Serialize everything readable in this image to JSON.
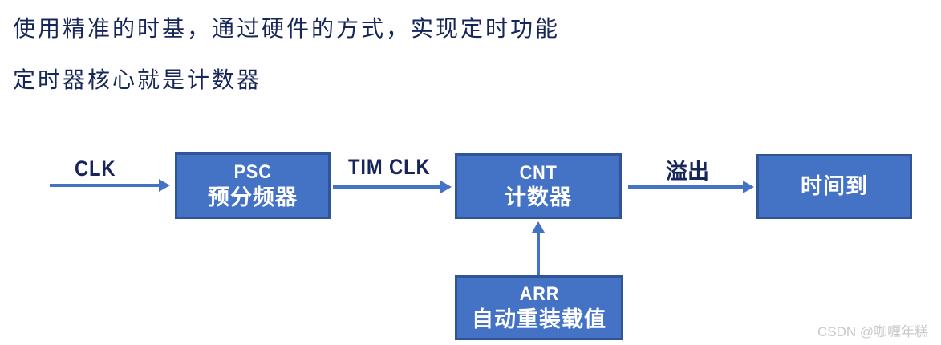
{
  "slide": {
    "heading_line1": "使用精准的时基，通过硬件的方式，实现定时功能",
    "heading_line2": "定时器核心就是计数器"
  },
  "diagram": {
    "nodes": {
      "psc": {
        "abbr": "PSC",
        "name": "预分频器"
      },
      "cnt": {
        "abbr": "CNT",
        "name": "计数器"
      },
      "time_up": {
        "label": "时间到"
      },
      "arr": {
        "abbr": "ARR",
        "name": "自动重装载值"
      }
    },
    "edges": {
      "clk": {
        "label": "CLK"
      },
      "tim_clk": {
        "label": "TIM CLK"
      },
      "overflow": {
        "label": "溢出"
      }
    },
    "colors": {
      "box_fill": "#4472C4",
      "box_border": "#2F5597",
      "arrow": "#4472C4",
      "box_text": "#FFFFFF",
      "heading_text": "#17265A"
    }
  },
  "watermark": {
    "text": "CSDN @咖喱年糕",
    "color": "#C9C9C9"
  }
}
